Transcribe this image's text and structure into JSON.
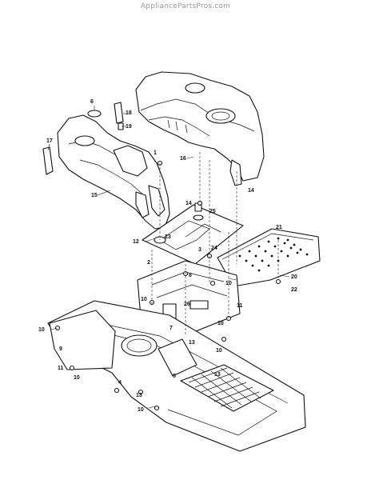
{
  "watermark": "AppliancePartsPros.com",
  "callouts": [
    {
      "id": "c6",
      "label": "6"
    },
    {
      "id": "c18",
      "label": "18"
    },
    {
      "id": "c19",
      "label": "19"
    },
    {
      "id": "c17",
      "label": "17"
    },
    {
      "id": "c1",
      "label": "1"
    },
    {
      "id": "c15",
      "label": "15"
    },
    {
      "id": "c16",
      "label": "16"
    },
    {
      "id": "c14a",
      "label": "14"
    },
    {
      "id": "c14b",
      "label": "14"
    },
    {
      "id": "c25",
      "label": "25"
    },
    {
      "id": "c21a",
      "label": "21"
    },
    {
      "id": "c12",
      "label": "12"
    },
    {
      "id": "c23",
      "label": "23"
    },
    {
      "id": "c24",
      "label": "24"
    },
    {
      "id": "c3",
      "label": "3"
    },
    {
      "id": "c2",
      "label": "2"
    },
    {
      "id": "c8",
      "label": "8"
    },
    {
      "id": "c10a",
      "label": "10"
    },
    {
      "id": "c20",
      "label": "20"
    },
    {
      "id": "c22",
      "label": "22"
    },
    {
      "id": "c10b",
      "label": "10"
    },
    {
      "id": "c26",
      "label": "26"
    },
    {
      "id": "c11a",
      "label": "11"
    },
    {
      "id": "c10c",
      "label": "10"
    },
    {
      "id": "c10d",
      "label": "10"
    },
    {
      "id": "c7",
      "label": "7"
    },
    {
      "id": "c9",
      "label": "9"
    },
    {
      "id": "c10e",
      "label": "10"
    },
    {
      "id": "c11b",
      "label": "11"
    },
    {
      "id": "c13a",
      "label": "13"
    },
    {
      "id": "c13b",
      "label": "13"
    },
    {
      "id": "c13c",
      "label": "13"
    },
    {
      "id": "c4",
      "label": "4"
    },
    {
      "id": "c5",
      "label": "5"
    },
    {
      "id": "c10f",
      "label": "10"
    },
    {
      "id": "c10g",
      "label": "10"
    }
  ]
}
